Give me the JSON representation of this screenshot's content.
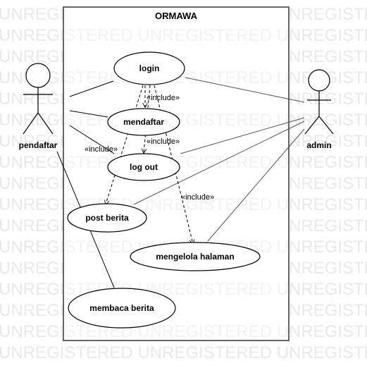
{
  "watermark": "UNREGISTERED UNREGISTERED UNREGISTERED UNREGISTERED UNREGISTERED",
  "system": {
    "title": "ORMAWA"
  },
  "actors": {
    "left": "pendaftar",
    "right": "admin"
  },
  "use_cases": {
    "login": "login",
    "mendaftar": "mendaftar",
    "logout": "log out",
    "post_berita": "post berita",
    "mengelola_halaman": "mengelola halaman",
    "membaca_berita": "membaca berita"
  },
  "relations": {
    "include_1": "«include»",
    "include_2": "«include»",
    "include_3": "«include»",
    "include_4": "«include»"
  }
}
